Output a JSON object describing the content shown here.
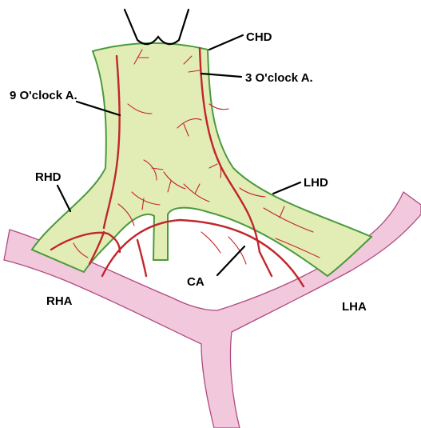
{
  "labels": {
    "chd": "CHD",
    "three_oclock": "3 O'clock A.",
    "nine_oclock": "9 O'clock A.",
    "rhd": "RHD",
    "lhd": "LHD",
    "ca": "CA",
    "rha": "RHA",
    "lha": "LHA"
  },
  "colors": {
    "duct_fill": "#e2edb6",
    "duct_outline": "#4a9a3c",
    "artery": "#c0262a",
    "hepatic_artery": "#f2c8dc",
    "hepatic_artery_outline": "#b04a80"
  }
}
